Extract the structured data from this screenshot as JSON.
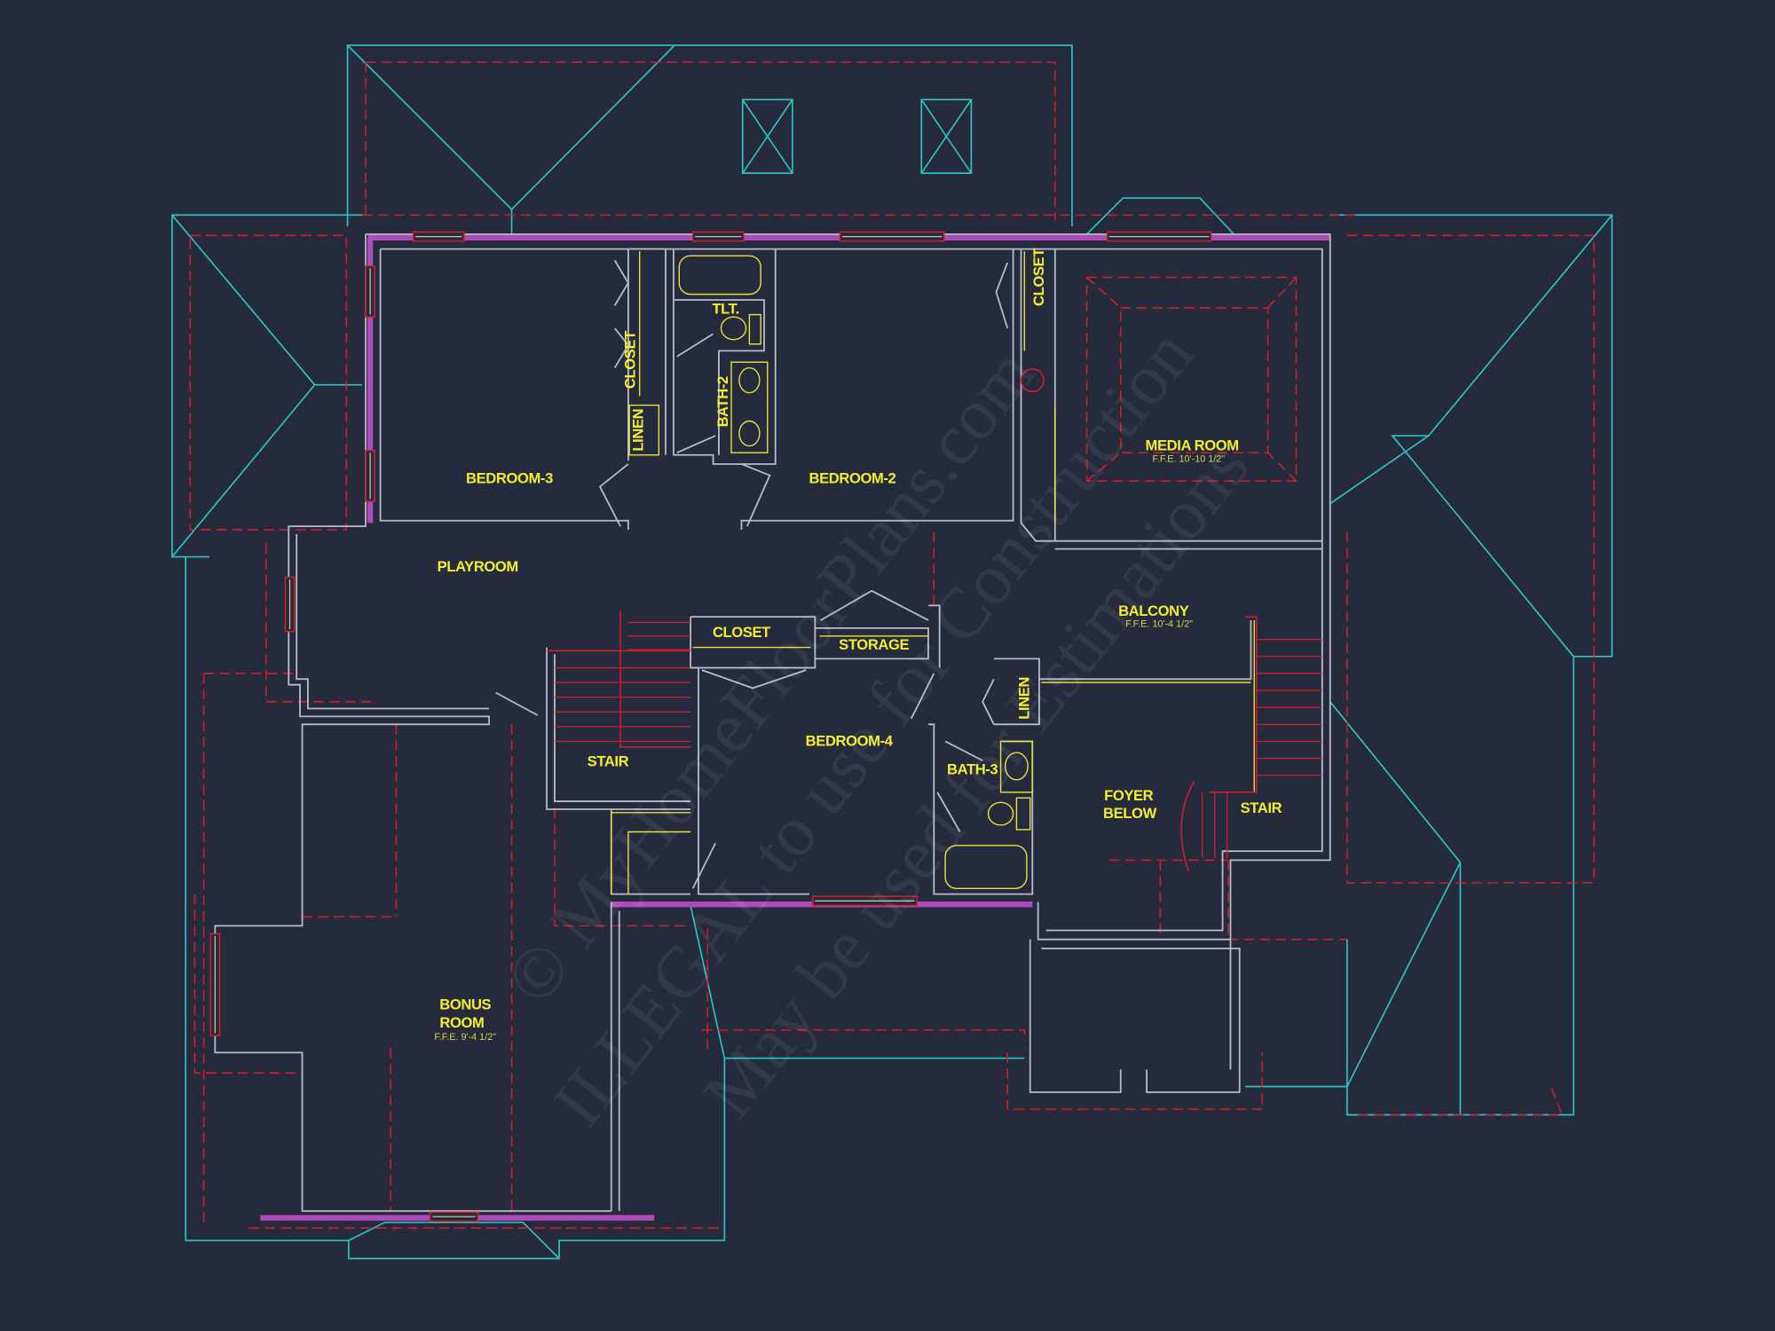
{
  "title": "Second Floor Plan",
  "colors": {
    "background": "#252a3d",
    "roof": "#2ec4c4",
    "hidden_lines": "#d0202a",
    "walls": "#b9bdc9",
    "labels": "#f4ef2e",
    "exterior_wall_hatch": "#b04ab8"
  },
  "rooms": {
    "bedroom3": "BEDROOM-3",
    "bedroom2": "BEDROOM-2",
    "playroom": "PLAYROOM",
    "media_room": "MEDIA ROOM",
    "media_room_ffe": "F.F.E. 10'-10 1/2\"",
    "balcony": "BALCONY",
    "balcony_ffe": "F.F.E. 10'-4 1/2\"",
    "closet_center": "CLOSET",
    "storage": "STORAGE",
    "bedroom4": "BEDROOM-4",
    "bath3": "BATH-3",
    "stair_left": "STAIR",
    "foyer": "FOYER",
    "below": "BELOW",
    "stair_right": "STAIR",
    "bonus": "BONUS",
    "room": "ROOM",
    "bonus_ffe": "F.F.E. 9'-4 1/2\"",
    "tlt": "TLT.",
    "bath2": "BATH-2",
    "closet_bed3": "CLOSET",
    "linen_bed3": "LINEN",
    "closet_bed2": "CLOSET",
    "linen_bath3": "LINEN"
  },
  "watermark": {
    "line1": "© MyHomeFloorPlans.com",
    "line2": "ILLEGAL to use for Construction",
    "line3": "May be used for Estimations"
  }
}
